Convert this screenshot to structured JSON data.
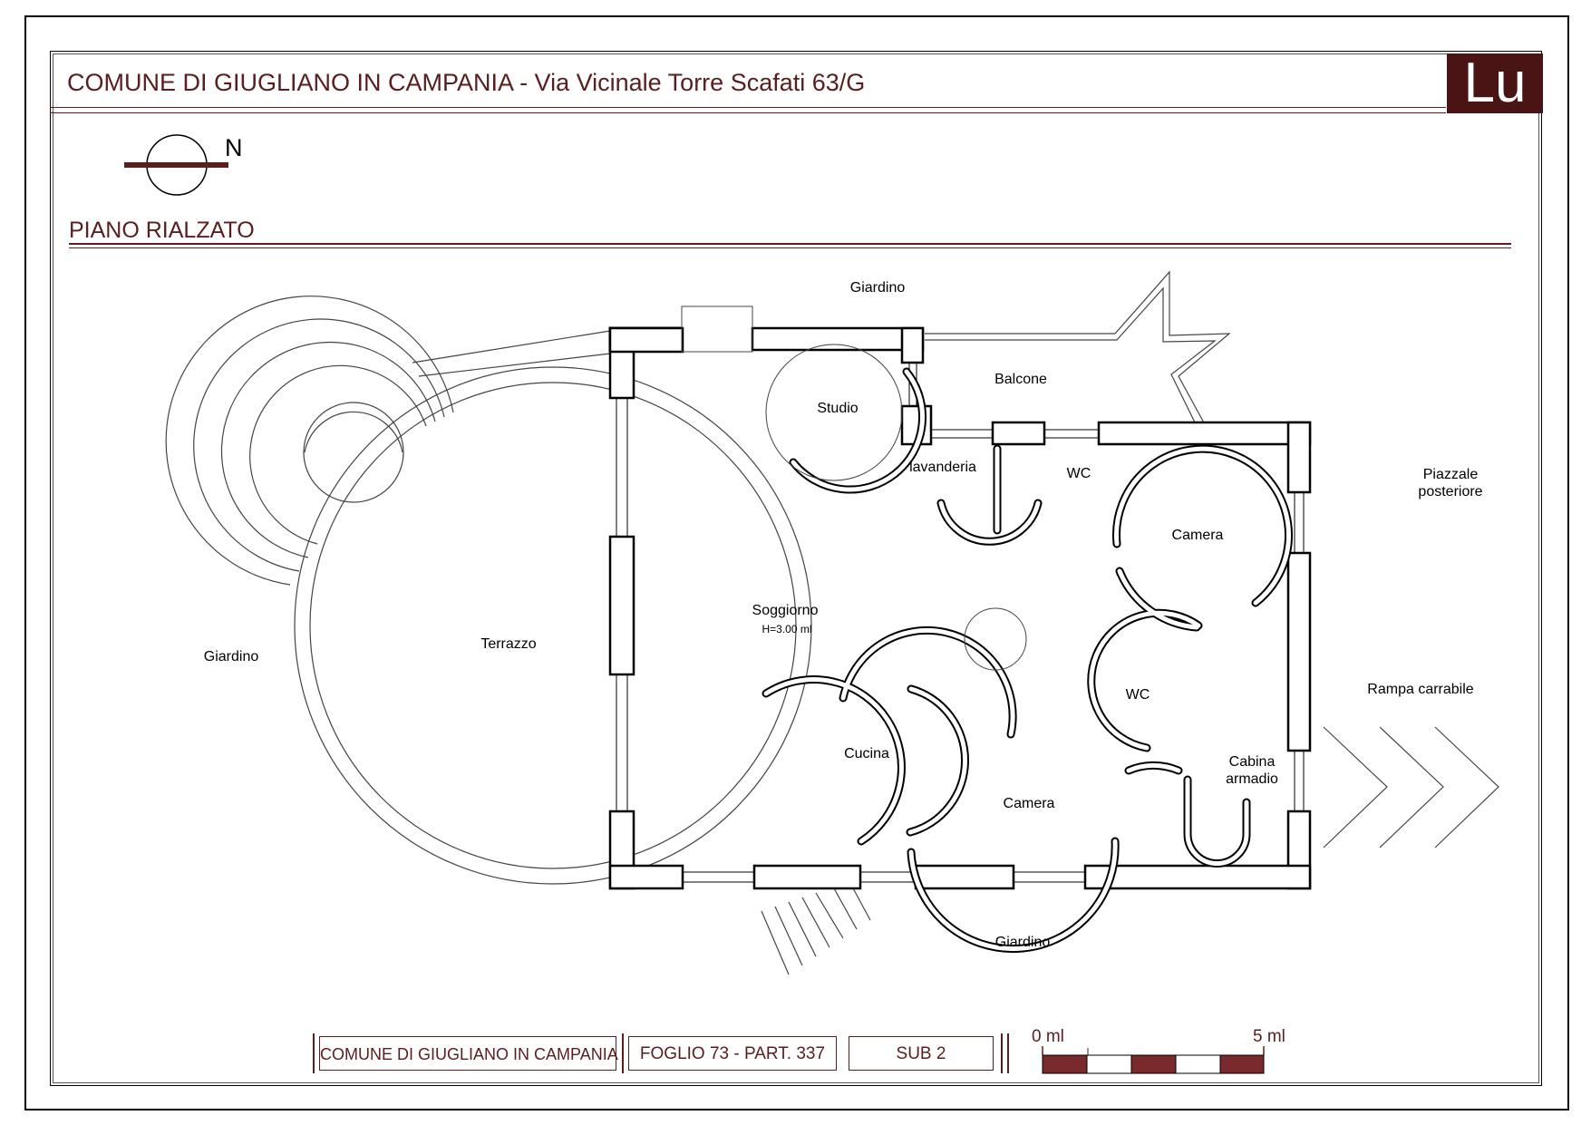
{
  "header": {
    "title": "COMUNE  DI GIUGLIANO IN CAMPANIA - Via Vicinale Torre Scafati 63/G",
    "logo": "Lu"
  },
  "compass": {
    "north_label": "N",
    "icon": "north-arrow-icon"
  },
  "section": {
    "title": "PIANO RIALZATO"
  },
  "rooms": {
    "giardino_top": "Giardino",
    "balcone": "Balcone",
    "studio": "Studio",
    "lavanderia": "lavanderia",
    "wc_top": "WC",
    "camera_top": "Camera",
    "piazzale": "Piazzale posteriore",
    "giardino_left": "Giardino",
    "terrazzo": "Terrazzo",
    "soggiorno": "Soggiorno",
    "soggiorno_height": "H=3.00 ml",
    "wc_mid": "WC",
    "rampa": "Rampa carrabile",
    "cucina": "Cucina",
    "cabina": "Cabina armadio",
    "camera_bottom": "Camera",
    "giardino_bottom": "Giardino"
  },
  "footer": {
    "comune": "COMUNE DI GIUGLIANO IN CAMPANIA",
    "foglio": "FOGLIO 73 - PART. 337",
    "sub": "SUB 2"
  },
  "scale": {
    "start_label": "0 ml",
    "end_label": "5 ml",
    "colors": [
      "#7a2a2a",
      "#ffffff"
    ]
  },
  "colors": {
    "accent": "#5a1e1e",
    "logo_bg": "#4a1414"
  }
}
